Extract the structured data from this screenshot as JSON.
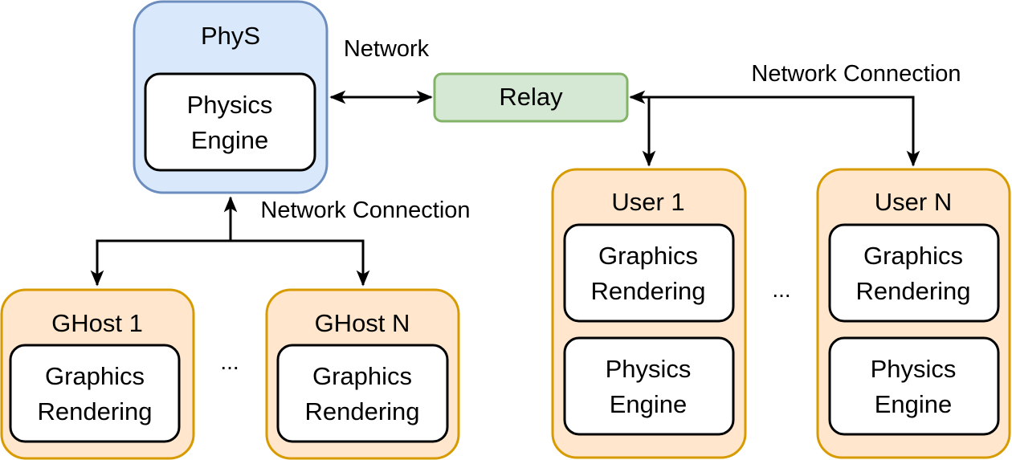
{
  "colors": {
    "phys_fill": "#dae8fc",
    "phys_stroke": "#6c8ebf",
    "relay_fill": "#d5e8d4",
    "relay_stroke": "#82b366",
    "node_fill": "#ffe6cc",
    "node_stroke": "#d79b00",
    "inner_fill": "#ffffff",
    "inner_stroke": "#000000"
  },
  "phys": {
    "title": "PhyS",
    "engine_line1": "Physics",
    "engine_line2": "Engine"
  },
  "relay": {
    "label": "Relay"
  },
  "labels": {
    "network": "Network",
    "network_connection_right": "Network Connection",
    "network_connection_left": "Network Connection"
  },
  "ghosts": [
    {
      "title": "GHost 1",
      "render_line1": "Graphics",
      "render_line2": "Rendering"
    },
    {
      "title": "GHost N",
      "render_line1": "Graphics",
      "render_line2": "Rendering"
    }
  ],
  "users": [
    {
      "title": "User 1",
      "render_line1": "Graphics",
      "render_line2": "Rendering",
      "engine_line1": "Physics",
      "engine_line2": "Engine"
    },
    {
      "title": "User N",
      "render_line1": "Graphics",
      "render_line2": "Rendering",
      "engine_line1": "Physics",
      "engine_line2": "Engine"
    }
  ],
  "ellipsis_ghosts": "...",
  "ellipsis_users": "..."
}
